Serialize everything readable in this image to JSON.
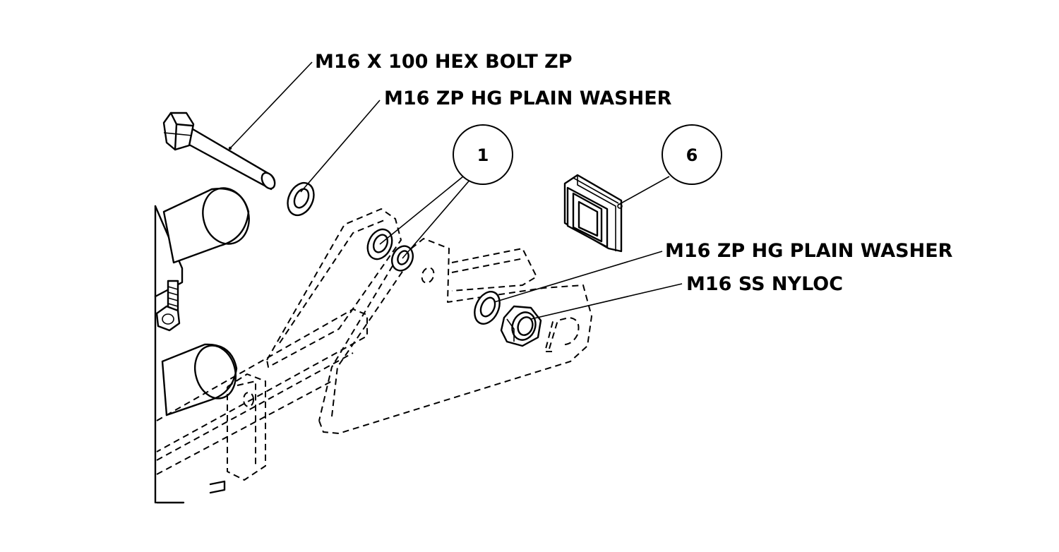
{
  "labels": {
    "bolt": "M16 X 100 HEX BOLT ZP",
    "washer_top": "M16 ZP HG PLAIN WASHER",
    "washer_right": "M16 ZP HG PLAIN WASHER",
    "nut": "M16 SS NYLOC"
  },
  "balloons": {
    "item_1": "1",
    "item_6": "6"
  },
  "colors": {
    "line": "#000000",
    "background": "#ffffff"
  }
}
